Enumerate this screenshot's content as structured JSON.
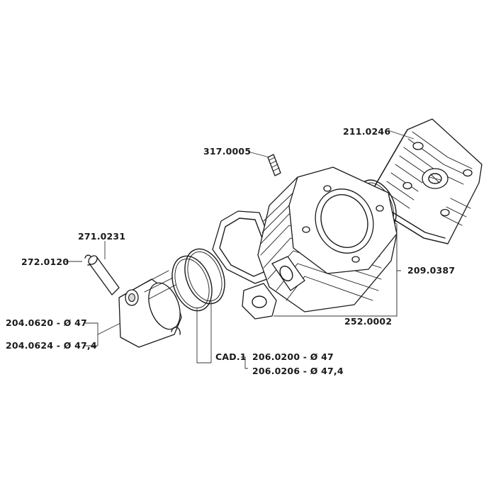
{
  "diagram": {
    "labels": {
      "head": "211.0246",
      "stud": "317.0005",
      "head_gasket": "209.0387",
      "base_gasket": "252.0002",
      "pin": "271.0231",
      "clip": "272.0120",
      "piston_a": "204.0620 - Ø 47",
      "piston_b": "204.0624 - Ø 47,4",
      "rings_group": "CAD.1",
      "rings_a": "206.0200 - Ø 47",
      "rings_b": "206.0206 - Ø 47,4"
    }
  }
}
